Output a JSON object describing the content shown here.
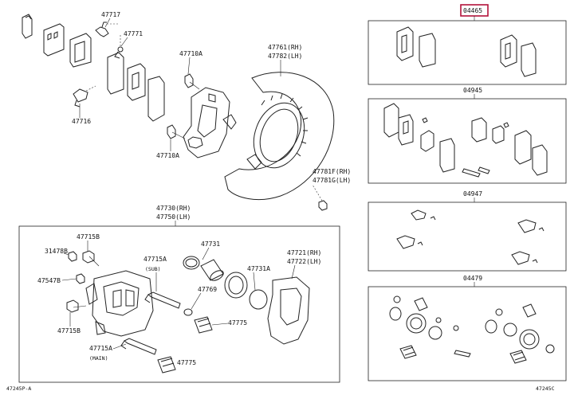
{
  "labels": {
    "p47717": "47717",
    "p47771": "47771",
    "p47710a_top": "47710A",
    "p47716": "47716",
    "p47710a_bot": "47710A",
    "p47761": "47761(RH)",
    "p47782": "47782(LH)",
    "p47781f": "47781F(RH)",
    "p47781g": "47781G(LH)",
    "p47730": "47730(RH)",
    "p47750": "47750(LH)",
    "p47715b_top": "47715B",
    "p31478b": "31478B",
    "p47547b": "47547B",
    "p47715b_bot": "47715B",
    "p47715a_sub": "47715A",
    "p_sub": "(SUB)",
    "p47769": "47769",
    "p47731": "47731",
    "p47731a": "47731A",
    "p47721": "47721(RH)",
    "p47722": "47722(LH)",
    "p47775_a": "47775",
    "p47715a_main": "47715A",
    "p_main": "(MAIN)",
    "p47775_b": "47775",
    "kit_04465": "04465",
    "kit_04945": "04945",
    "kit_04947": "04947",
    "kit_04479": "04479",
    "footer_left": "47245P-A",
    "footer_right": "47245C"
  },
  "colors": {
    "highlight": "#b3123a",
    "line": "#222222"
  }
}
